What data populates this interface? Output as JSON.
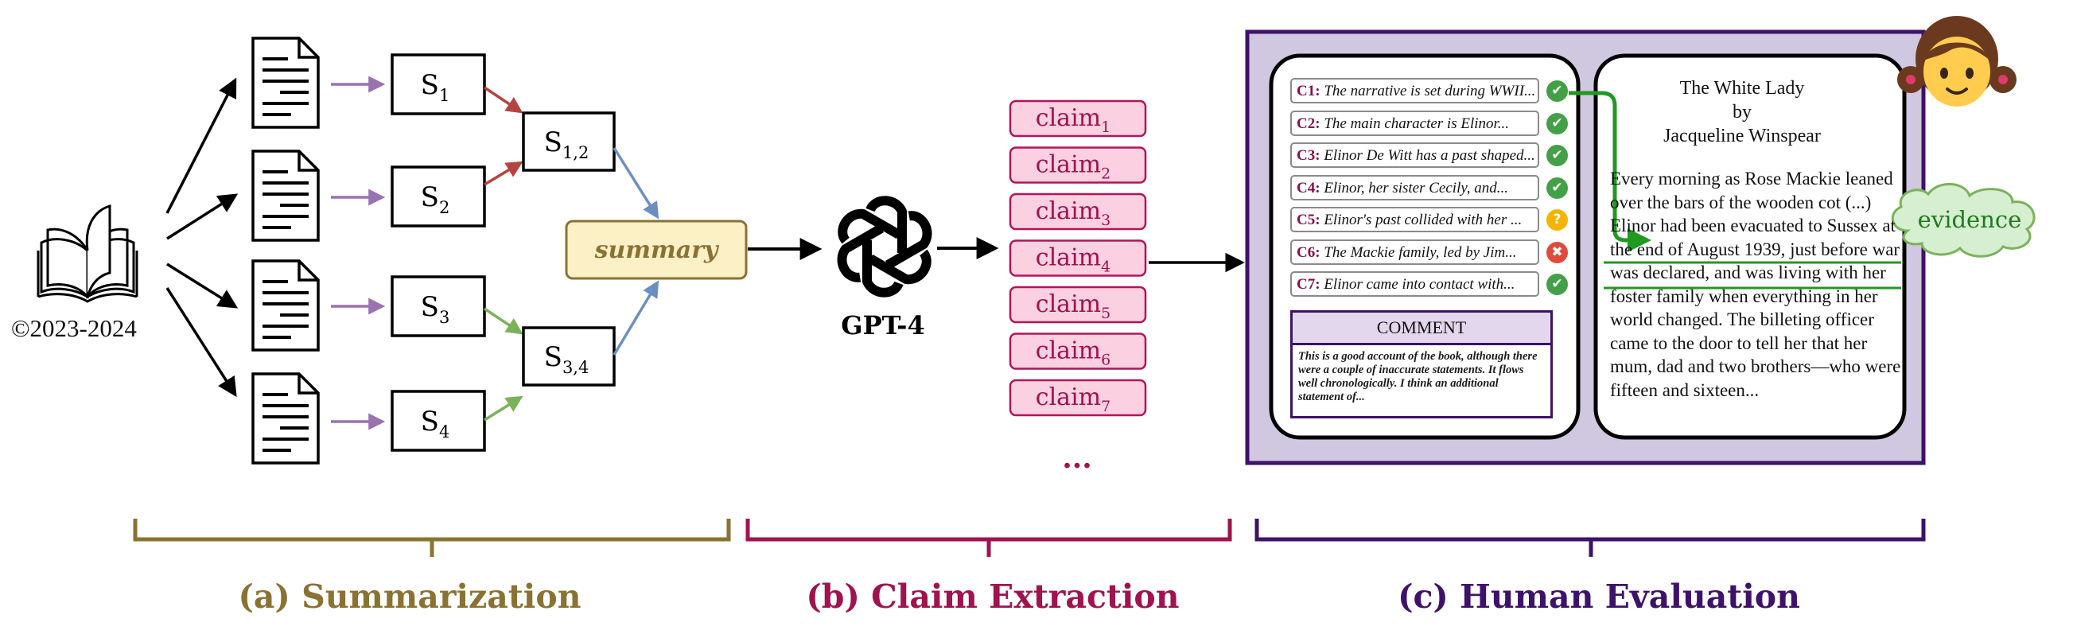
{
  "copyright": "©2023-2024",
  "summarization": {
    "chunks": [
      {
        "base": "S",
        "sub": "1"
      },
      {
        "base": "S",
        "sub": "2"
      },
      {
        "base": "S",
        "sub": "3"
      },
      {
        "base": "S",
        "sub": "4"
      }
    ],
    "merged": [
      {
        "base": "S",
        "sub": "1,2"
      },
      {
        "base": "S",
        "sub": "3,4"
      }
    ],
    "summary_label": "summary"
  },
  "extraction": {
    "model_label": "GPT-4",
    "claims": [
      {
        "base": "claim",
        "sub": "1"
      },
      {
        "base": "claim",
        "sub": "2"
      },
      {
        "base": "claim",
        "sub": "3"
      },
      {
        "base": "claim",
        "sub": "4"
      },
      {
        "base": "claim",
        "sub": "5"
      },
      {
        "base": "claim",
        "sub": "6"
      },
      {
        "base": "claim",
        "sub": "7"
      }
    ],
    "ellipsis": "..."
  },
  "evaluation": {
    "claims": [
      {
        "id": "C1:",
        "text": "The narrative is set during WWII...",
        "status": "check"
      },
      {
        "id": "C2:",
        "text": "The main character is Elinor...",
        "status": "check"
      },
      {
        "id": "C3:",
        "text": "Elinor De Witt has a past shaped...",
        "status": "check"
      },
      {
        "id": "C4:",
        "text": "Elinor, her sister Cecily, and...",
        "status": "check"
      },
      {
        "id": "C5:",
        "text": "Elinor's past collided with her ...",
        "status": "question"
      },
      {
        "id": "C6:",
        "text": "The Mackie family, led by Jim...",
        "status": "cross"
      },
      {
        "id": "C7:",
        "text": "Elinor came into contact with...",
        "status": "check"
      }
    ],
    "comment_header": "COMMENT",
    "comment_text": "This is a good account of the book, although there were a couple of inaccurate statements. It flows well chronologically. I think an additional statement of...",
    "book_title": "The White Lady",
    "book_by": "by",
    "book_author": "Jacqueline Winspear",
    "book_excerpt": "Every morning as Rose Mackie leaned over the bars of the wooden cot (...) Elinor had been evacuated to Sussex at the end of August 1939, just before war was declared, and was living with her foster family when everything in her world changed. The billeting officer came to the door to tell her that her mum, dad and two brothers—who were fifteen and sixteen...",
    "evidence_label": "evidence"
  },
  "stages": [
    {
      "label": "(a) Summarization",
      "color": "#8a7233"
    },
    {
      "label": "(b) Claim Extraction",
      "color": "#a0134f"
    },
    {
      "label": "(c) Human Evaluation",
      "color": "#3e1268"
    }
  ],
  "colors": {
    "summary_fill": "#fbf0c6",
    "summary_stroke": "#8a7233",
    "claim_fill": "#fbd0e0",
    "claim_stroke": "#b0155a",
    "eval_panel_fill": "#cfc8e0",
    "eval_panel_stroke": "#3e1268",
    "evidence_green": "#1f9a1f",
    "arrow_purple": "#9a72b0",
    "arrow_red": "#b5433f",
    "arrow_green": "#7ab25a",
    "arrow_blue": "#6b8fc3"
  }
}
